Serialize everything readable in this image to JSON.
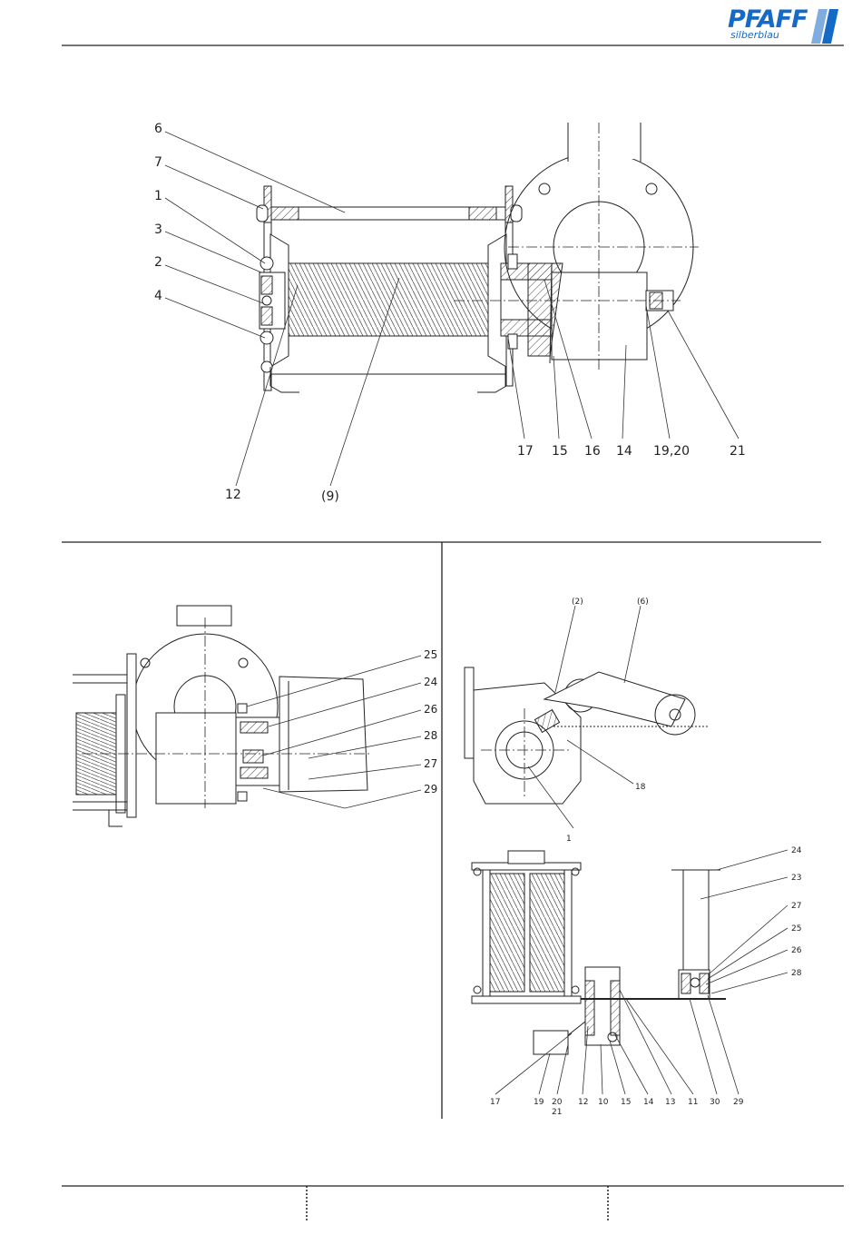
{
  "logo": {
    "brand": "PFAFF",
    "sub": "silberblau",
    "color": "#1569c7"
  },
  "drawing_top": {
    "callouts": [
      "6",
      "7",
      "1",
      "3",
      "2",
      "4",
      "12",
      "(9)",
      "17",
      "15",
      "16",
      "14",
      "19,20",
      "21"
    ]
  },
  "drawing_bottom_left": {
    "callouts": [
      "25",
      "24",
      "26",
      "28",
      "27",
      "29"
    ]
  },
  "drawing_bottom_right_top": {
    "callouts": [
      "(2)",
      "(6)",
      "18",
      "1"
    ]
  },
  "drawing_bottom_right": {
    "right_callouts": [
      "24",
      "23",
      "27",
      "25",
      "26",
      "28"
    ],
    "bottom_callouts": [
      "17",
      "19",
      "20",
      "21",
      "12",
      "10",
      "15",
      "14",
      "13",
      "11",
      "30",
      "29"
    ]
  }
}
